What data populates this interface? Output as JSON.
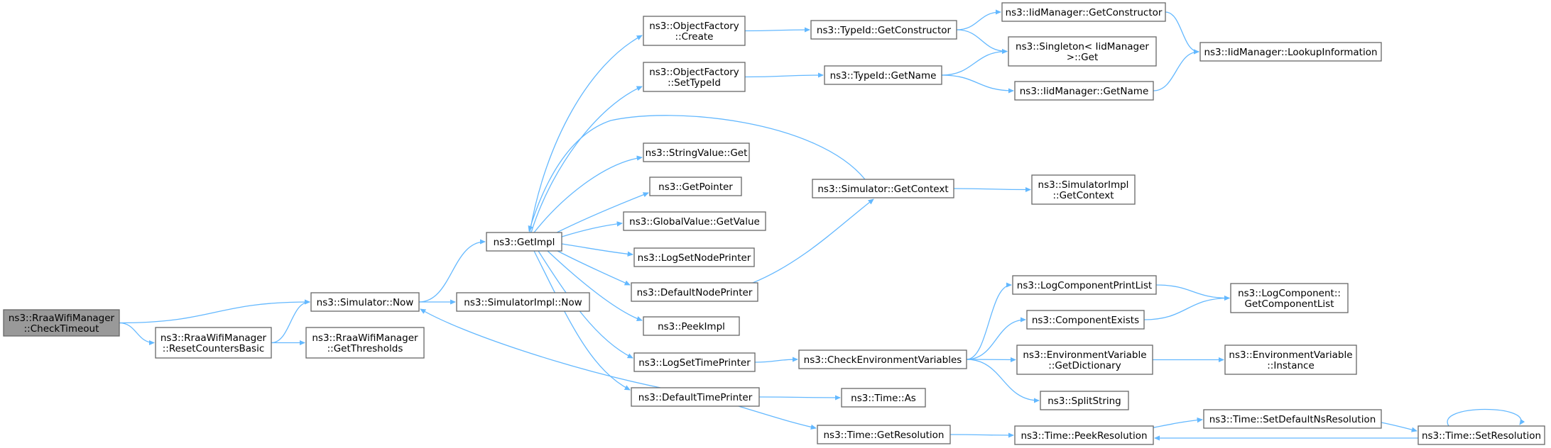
{
  "colors": {
    "edge": "#63b8ff",
    "root_fill": "#999999",
    "node_fill": "#ffffff",
    "node_border": "#666666"
  },
  "nodes": [
    {
      "id": "checkTimeout",
      "lines": [
        "ns3::RraaWifiManager",
        "::CheckTimeout"
      ],
      "root": true
    },
    {
      "id": "simNow",
      "lines": [
        "ns3::Simulator::Now"
      ]
    },
    {
      "id": "resetCounters",
      "lines": [
        "ns3::RraaWifiManager",
        "::ResetCountersBasic"
      ]
    },
    {
      "id": "getThresholds",
      "lines": [
        "ns3::RraaWifiManager",
        "::GetThresholds"
      ]
    },
    {
      "id": "getImpl",
      "lines": [
        "ns3::GetImpl"
      ]
    },
    {
      "id": "simImplNow",
      "lines": [
        "ns3::SimulatorImpl::Now"
      ]
    },
    {
      "id": "ofCreate",
      "lines": [
        "ns3::ObjectFactory",
        "::Create"
      ]
    },
    {
      "id": "ofSetTypeId",
      "lines": [
        "ns3::ObjectFactory",
        "::SetTypeId"
      ]
    },
    {
      "id": "stringValueGet",
      "lines": [
        "ns3::StringValue::Get"
      ]
    },
    {
      "id": "getPointer",
      "lines": [
        "ns3::GetPointer"
      ]
    },
    {
      "id": "gvGetValue",
      "lines": [
        "ns3::GlobalValue::GetValue"
      ]
    },
    {
      "id": "logSetNodePrinter",
      "lines": [
        "ns3::LogSetNodePrinter"
      ]
    },
    {
      "id": "defaultNodePrinter",
      "lines": [
        "ns3::DefaultNodePrinter"
      ]
    },
    {
      "id": "peekImpl",
      "lines": [
        "ns3::PeekImpl"
      ]
    },
    {
      "id": "logSetTimePrinter",
      "lines": [
        "ns3::LogSetTimePrinter"
      ]
    },
    {
      "id": "defaultTimePrinter",
      "lines": [
        "ns3::DefaultTimePrinter"
      ]
    },
    {
      "id": "typeIdGetConstructor",
      "lines": [
        "ns3::TypeId::GetConstructor"
      ]
    },
    {
      "id": "typeIdGetName",
      "lines": [
        "ns3::TypeId::GetName"
      ]
    },
    {
      "id": "simGetContext",
      "lines": [
        "ns3::Simulator::GetContext"
      ]
    },
    {
      "id": "checkEnvVars",
      "lines": [
        "ns3::CheckEnvironmentVariables"
      ]
    },
    {
      "id": "timeAs",
      "lines": [
        "ns3::Time::As"
      ]
    },
    {
      "id": "timeGetResolution",
      "lines": [
        "ns3::Time::GetResolution"
      ]
    },
    {
      "id": "iidGetConstructor",
      "lines": [
        "ns3::IidManager::GetConstructor"
      ]
    },
    {
      "id": "singletonGet",
      "lines": [
        "ns3::Singleton< IidManager",
        " >::Get"
      ]
    },
    {
      "id": "iidGetName",
      "lines": [
        "ns3::IidManager::GetName"
      ]
    },
    {
      "id": "simImplGetContext",
      "lines": [
        "ns3::SimulatorImpl",
        "::GetContext"
      ]
    },
    {
      "id": "logComponentPrintList",
      "lines": [
        "ns3::LogComponentPrintList"
      ]
    },
    {
      "id": "componentExists",
      "lines": [
        "ns3::ComponentExists"
      ]
    },
    {
      "id": "envVarGetDictionary",
      "lines": [
        "ns3::EnvironmentVariable",
        "::GetDictionary"
      ]
    },
    {
      "id": "splitString",
      "lines": [
        "ns3::SplitString"
      ]
    },
    {
      "id": "timePeekResolution",
      "lines": [
        "ns3::Time::PeekResolution"
      ]
    },
    {
      "id": "iidLookupInformation",
      "lines": [
        "ns3::IidManager::LookupInformation"
      ]
    },
    {
      "id": "logComponentGetList",
      "lines": [
        "ns3::LogComponent::",
        "GetComponentList"
      ]
    },
    {
      "id": "envVarInstance",
      "lines": [
        "ns3::EnvironmentVariable",
        "::Instance"
      ]
    },
    {
      "id": "timeSetDefaultNsResolution",
      "lines": [
        "ns3::Time::SetDefaultNsResolution"
      ]
    },
    {
      "id": "timeSetResolution",
      "lines": [
        "ns3::Time::SetResolution"
      ]
    }
  ],
  "edges": [
    {
      "from": "checkTimeout",
      "to": "simNow"
    },
    {
      "from": "checkTimeout",
      "to": "resetCounters"
    },
    {
      "from": "resetCounters",
      "to": "simNow"
    },
    {
      "from": "resetCounters",
      "to": "getThresholds"
    },
    {
      "from": "simNow",
      "to": "getImpl"
    },
    {
      "from": "simNow",
      "to": "simImplNow"
    },
    {
      "from": "getImpl",
      "to": "ofCreate"
    },
    {
      "from": "getImpl",
      "to": "ofSetTypeId"
    },
    {
      "from": "getImpl",
      "to": "stringValueGet"
    },
    {
      "from": "getImpl",
      "to": "getPointer"
    },
    {
      "from": "getImpl",
      "to": "gvGetValue"
    },
    {
      "from": "getImpl",
      "to": "logSetNodePrinter"
    },
    {
      "from": "getImpl",
      "to": "defaultNodePrinter"
    },
    {
      "from": "getImpl",
      "to": "peekImpl"
    },
    {
      "from": "getImpl",
      "to": "logSetTimePrinter"
    },
    {
      "from": "getImpl",
      "to": "defaultTimePrinter"
    },
    {
      "from": "simGetContext",
      "to": "getImpl"
    },
    {
      "from": "defaultNodePrinter",
      "to": "simGetContext"
    },
    {
      "from": "defaultTimePrinter",
      "to": "simNow"
    },
    {
      "from": "defaultTimePrinter",
      "to": "timeAs"
    },
    {
      "from": "defaultTimePrinter",
      "to": "timeGetResolution"
    },
    {
      "from": "ofCreate",
      "to": "typeIdGetConstructor"
    },
    {
      "from": "ofSetTypeId",
      "to": "typeIdGetName"
    },
    {
      "from": "typeIdGetConstructor",
      "to": "iidGetConstructor"
    },
    {
      "from": "typeIdGetConstructor",
      "to": "singletonGet"
    },
    {
      "from": "typeIdGetName",
      "to": "singletonGet"
    },
    {
      "from": "typeIdGetName",
      "to": "iidGetName"
    },
    {
      "from": "iidGetConstructor",
      "to": "iidLookupInformation"
    },
    {
      "from": "iidGetName",
      "to": "iidLookupInformation"
    },
    {
      "from": "simGetContext",
      "to": "simImplGetContext"
    },
    {
      "from": "logSetTimePrinter",
      "to": "checkEnvVars"
    },
    {
      "from": "checkEnvVars",
      "to": "logComponentPrintList"
    },
    {
      "from": "checkEnvVars",
      "to": "componentExists"
    },
    {
      "from": "checkEnvVars",
      "to": "envVarGetDictionary"
    },
    {
      "from": "checkEnvVars",
      "to": "splitString"
    },
    {
      "from": "logComponentPrintList",
      "to": "logComponentGetList"
    },
    {
      "from": "componentExists",
      "to": "logComponentGetList"
    },
    {
      "from": "envVarGetDictionary",
      "to": "envVarInstance"
    },
    {
      "from": "timeGetResolution",
      "to": "timePeekResolution"
    },
    {
      "from": "timePeekResolution",
      "to": "timeSetDefaultNsResolution"
    },
    {
      "from": "timeSetDefaultNsResolution",
      "to": "timeSetResolution"
    },
    {
      "from": "timeSetResolution",
      "to": "timePeekResolution"
    },
    {
      "from": "timeSetResolution",
      "to": "timeSetResolution"
    }
  ]
}
